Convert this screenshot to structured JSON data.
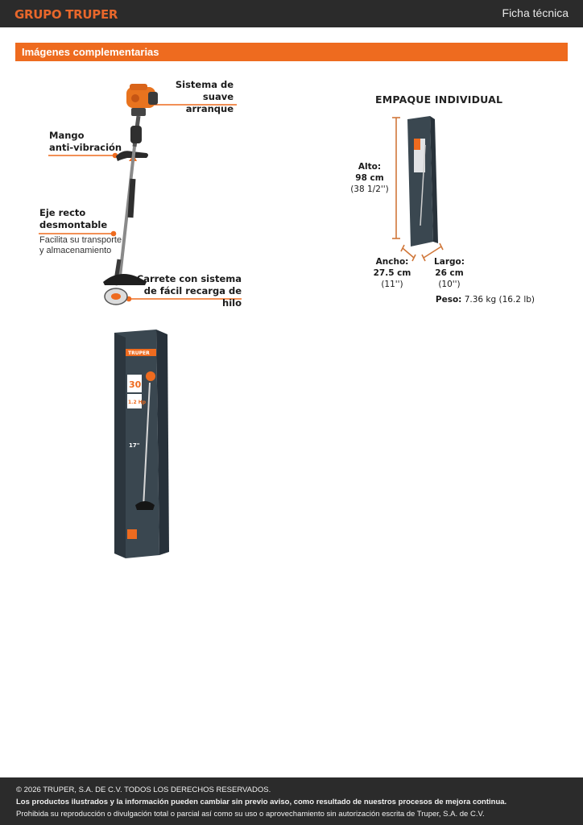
{
  "header": {
    "logo_text": "GRUPO TRUPER",
    "sheet_title": "Ficha técnica"
  },
  "section": {
    "title": "Imágenes complementarias"
  },
  "product_callouts": {
    "soft_start": "Sistema de\nsuave arranque",
    "handle": "Mango\nanti-vibración",
    "shaft_title": "Eje recto\ndesmontable",
    "shaft_desc": "Facilita su transporte\ny almacenamiento",
    "spool": "Carrete con sistema\nde fácil recarga de hilo"
  },
  "packaging": {
    "heading": "EMPAQUE INDIVIDUAL",
    "height_label": "Alto:",
    "height_metric": "98 cm",
    "height_imperial": "(38 1/2'')",
    "width_label": "Ancho:",
    "width_metric": "27.5 cm",
    "width_imperial": "(11'')",
    "length_label": "Largo:",
    "length_metric": "26 cm",
    "length_imperial": "(10'')",
    "weight_label": "Peso:",
    "weight_value": "7.36 kg (16.2 lb)"
  },
  "box_art": {
    "brand": "TRUPER",
    "cc": "30",
    "hp": "1.2 Hp",
    "cut": "17\""
  },
  "colors": {
    "accent": "#ee6b1f",
    "dark": "#2b2b2b",
    "box": "#3a4750"
  },
  "footer": {
    "copyright": "© 2026 TRUPER, S.A. DE C.V. TODOS LOS DERECHOS RESERVADOS.",
    "notice": "Los productos ilustrados y la información pueden cambiar sin previo aviso, como resultado de nuestros procesos de mejora continua.",
    "prohibition": "Prohibida su reproducción o divulgación total o parcial así como su uso o aprovechamiento sin autorización escrita de Truper, S.A. de C.V."
  }
}
